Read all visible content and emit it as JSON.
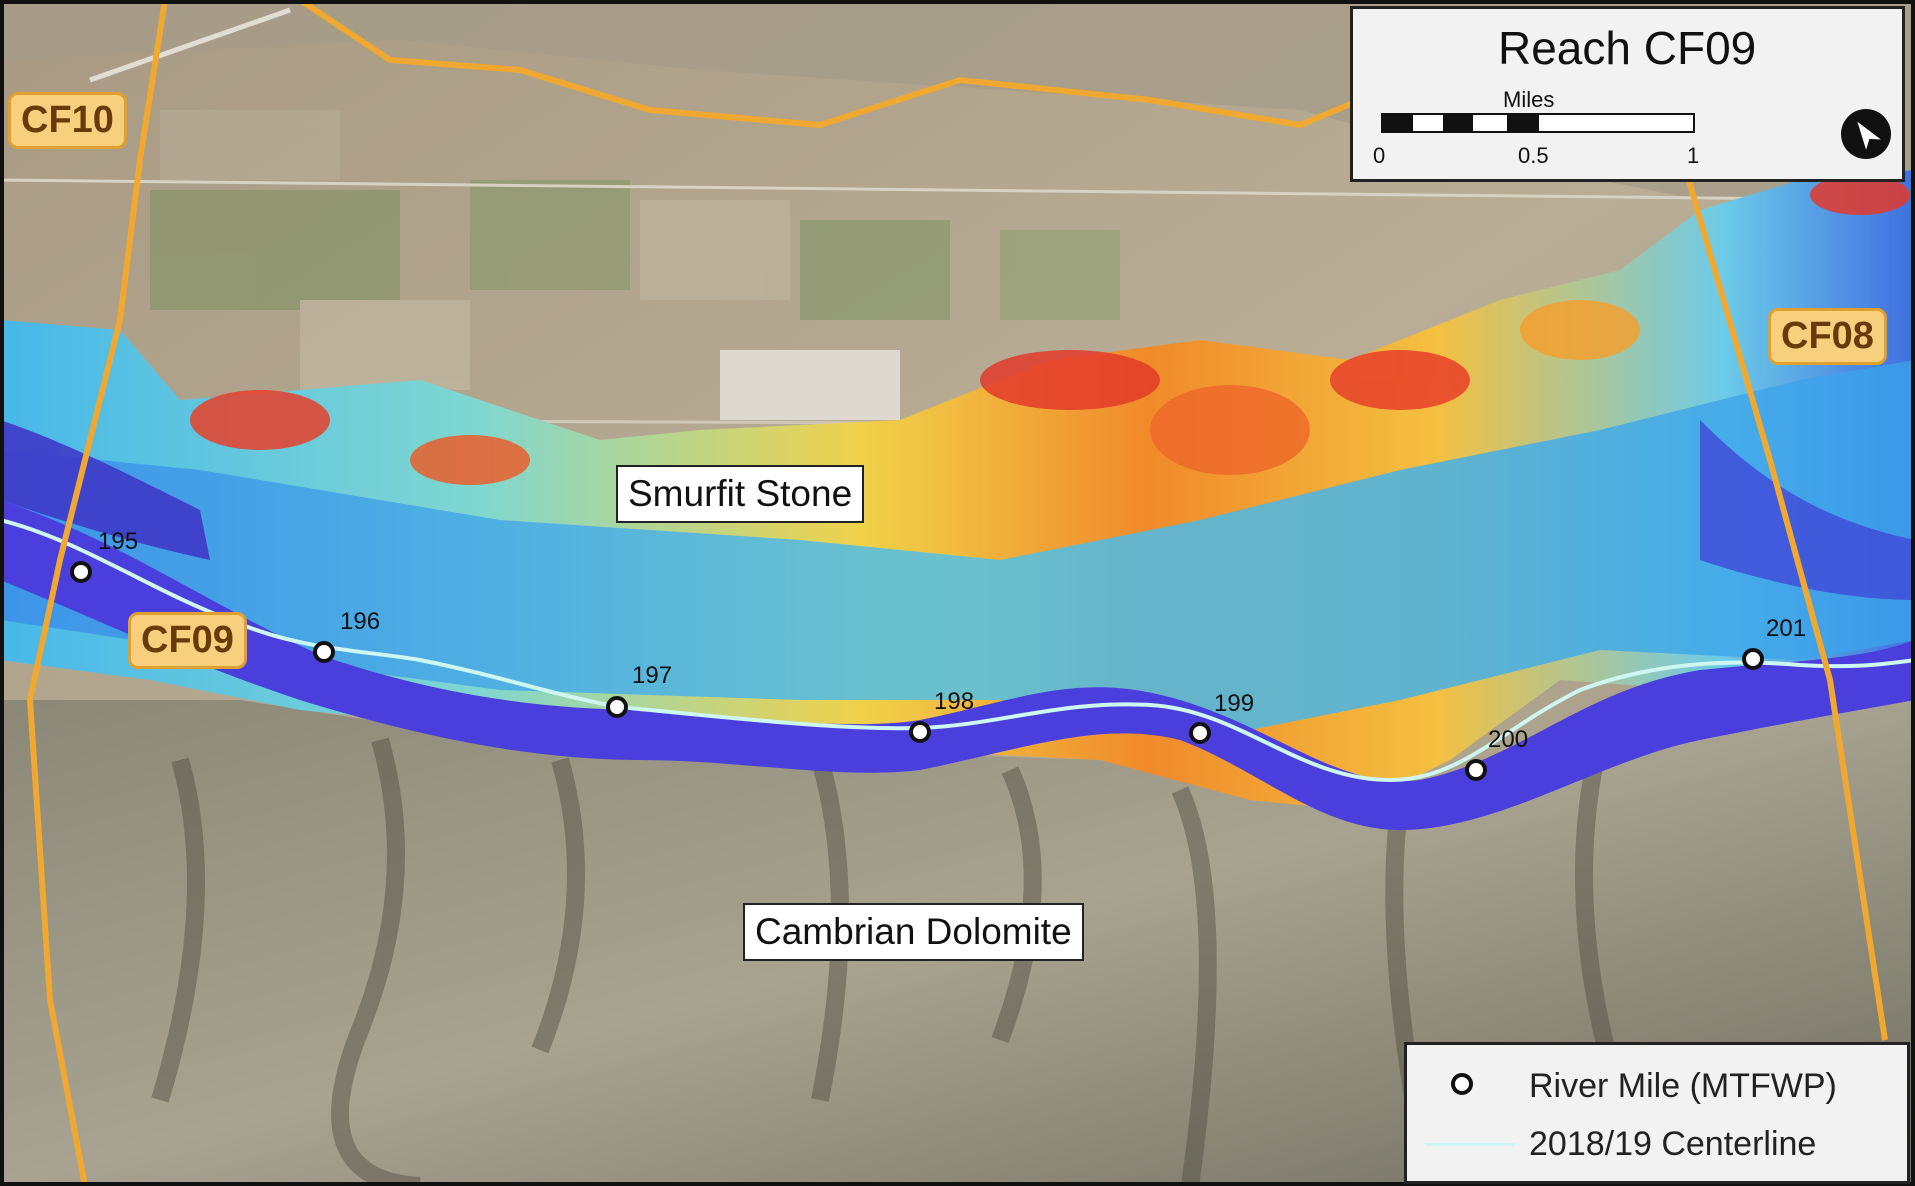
{
  "map": {
    "title": "Reach CF09",
    "scale_bar": {
      "unit_label": "Miles",
      "ticks": [
        "0",
        "0.5",
        "1"
      ]
    },
    "north_arrow_icon": "north-arrow-icon",
    "reach_tags": [
      {
        "label": "CF10"
      },
      {
        "label": "CF09"
      },
      {
        "label": "CF08"
      }
    ],
    "place_labels": [
      {
        "label": "Smurfit Stone"
      },
      {
        "label": "Cambrian Dolomite"
      }
    ],
    "river_miles": [
      "195",
      "196",
      "197",
      "198",
      "199",
      "200",
      "201"
    ],
    "legend": [
      {
        "symbol": "river-mile-dot-icon",
        "label": "River Mile (MTFWP)"
      },
      {
        "symbol": "centerline-line-icon",
        "label": "2018/19 Centerline"
      }
    ],
    "colors": {
      "reach_boundary": "#f0a830",
      "centerline": "#cdf7f0",
      "channel_blue": "#4a3fdc",
      "floodplain_cyan": "#4fc7e0",
      "floodplain_yellow": "#f4d43a",
      "floodplain_red": "#e8332a"
    }
  }
}
